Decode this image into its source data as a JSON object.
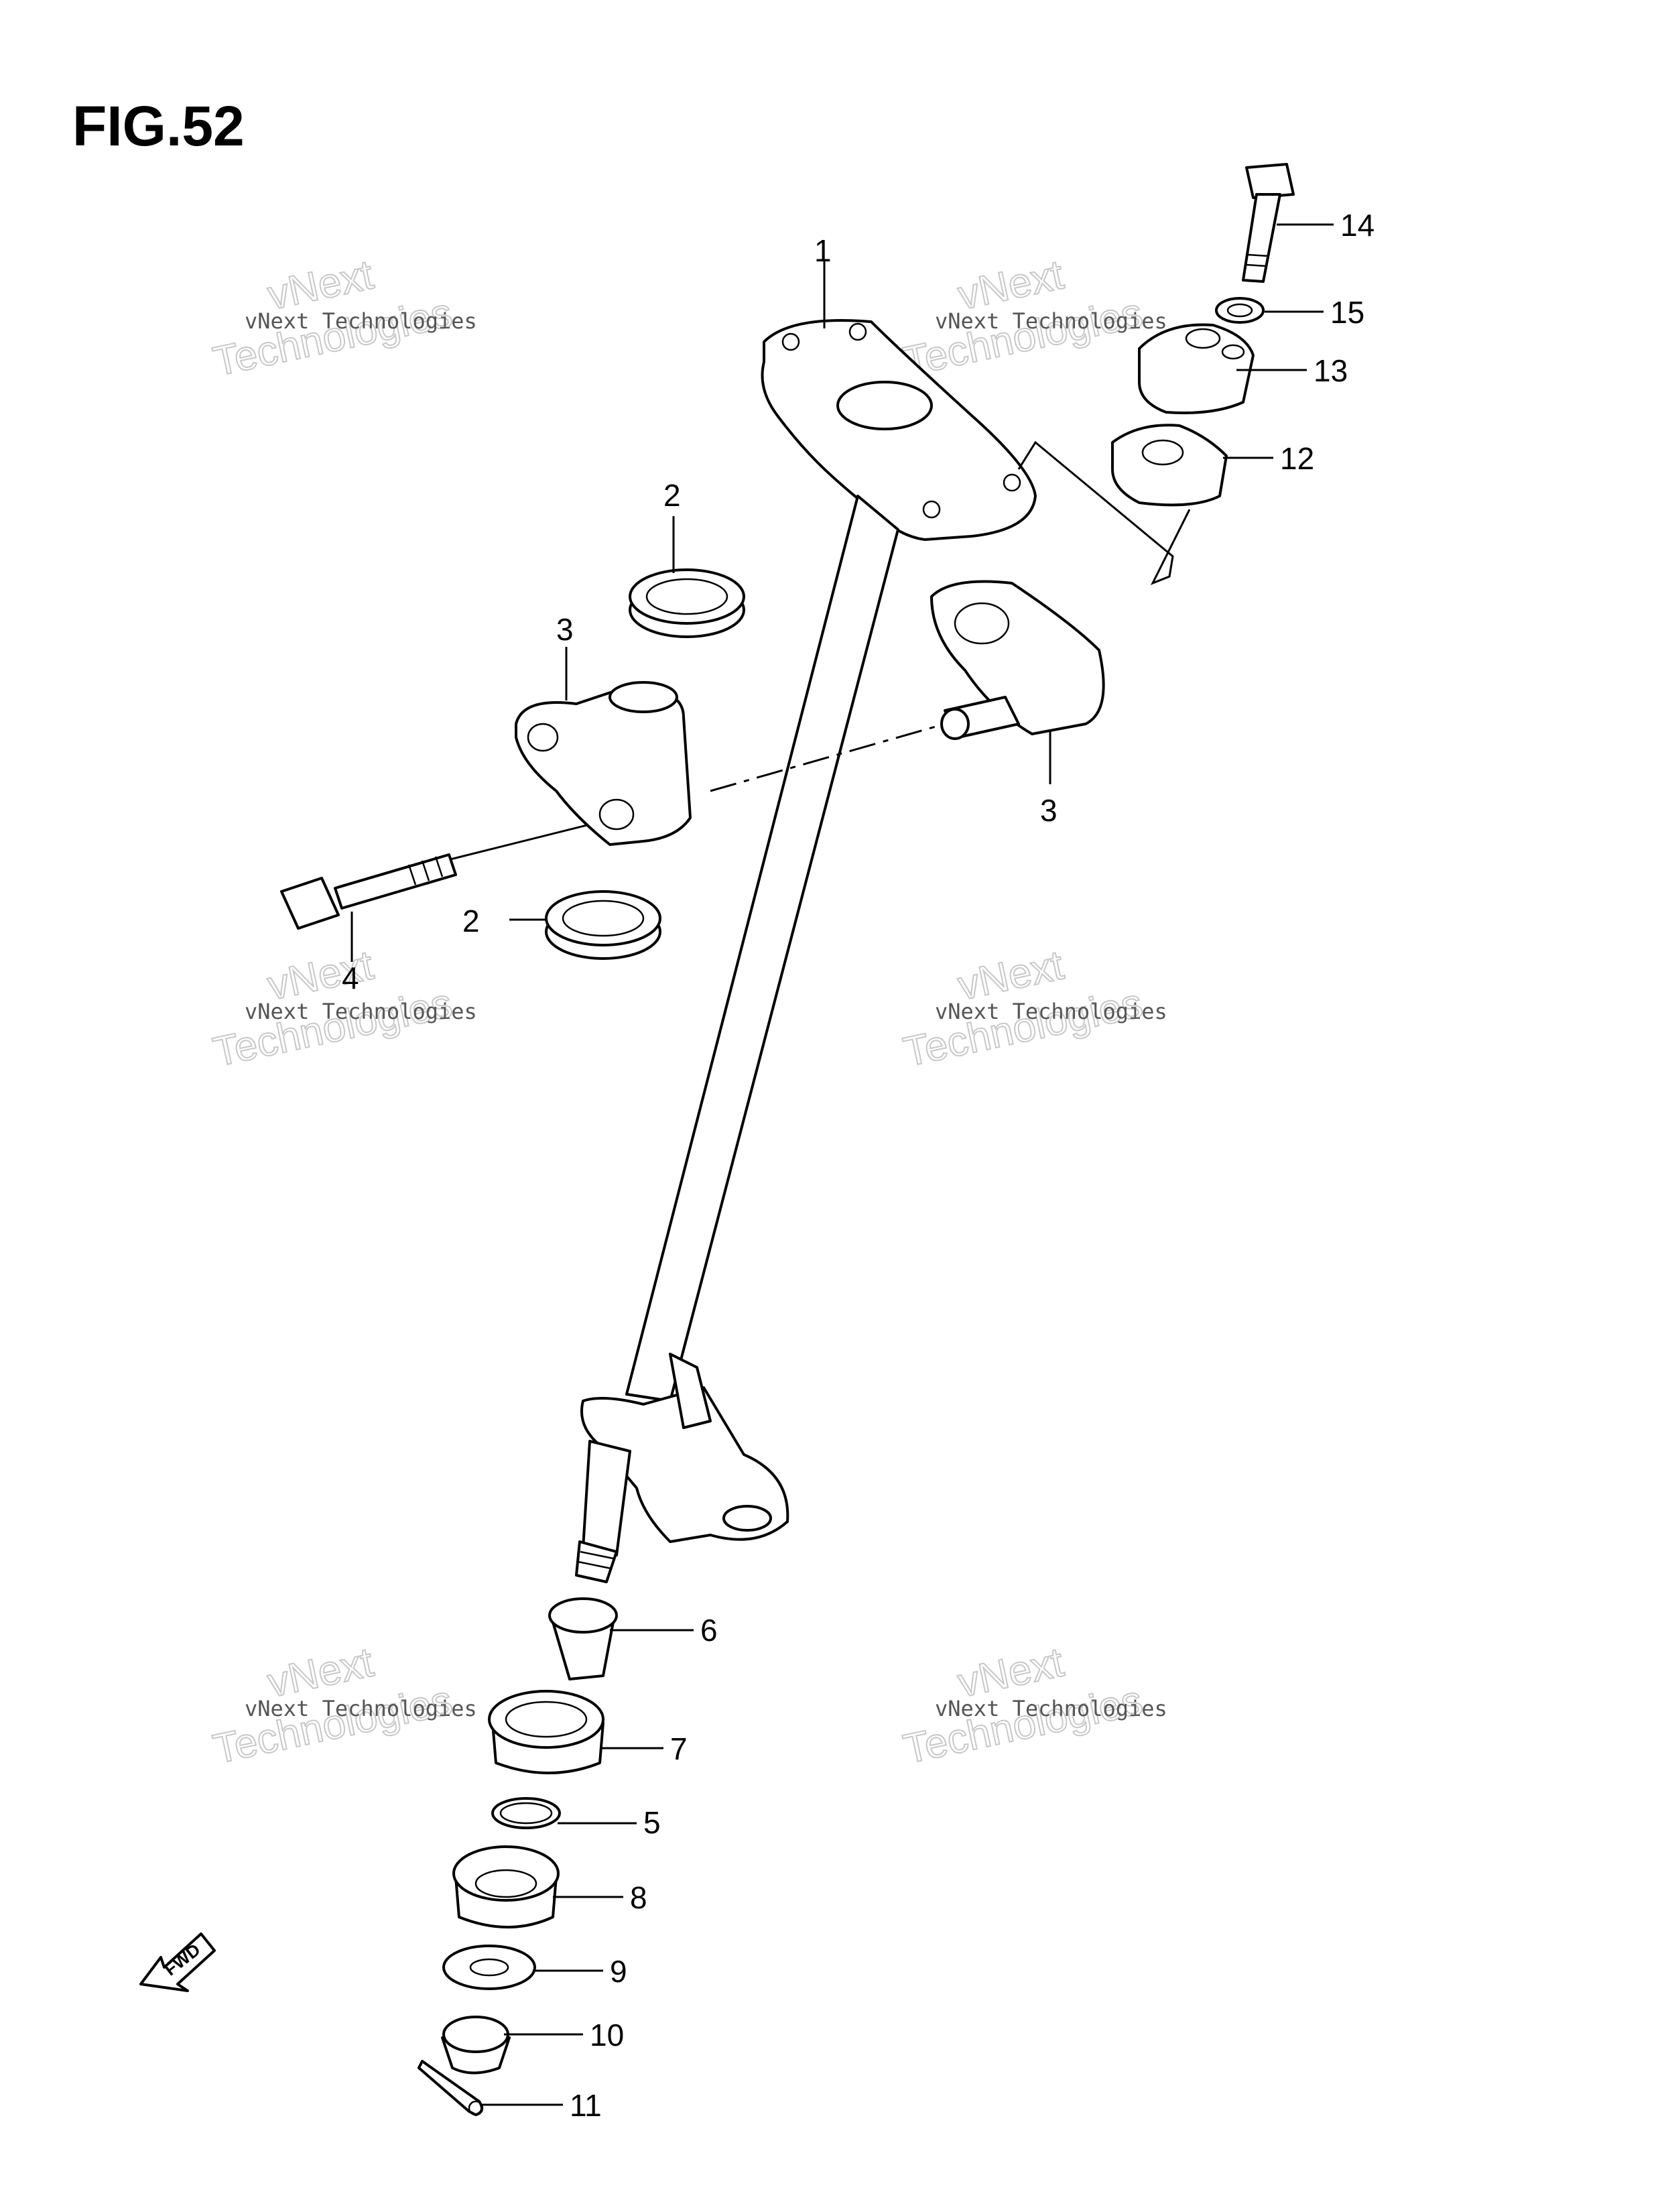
{
  "figure": {
    "title": "FIG.52"
  },
  "watermark": {
    "line1": "vNext Technologies",
    "line2": "vNext",
    "line3": "Technologies"
  },
  "fwd_label": "FWD",
  "callouts": [
    {
      "id": "c1",
      "label": "1"
    },
    {
      "id": "c2a",
      "label": "2"
    },
    {
      "id": "c2b",
      "label": "2"
    },
    {
      "id": "c3a",
      "label": "3"
    },
    {
      "id": "c3b",
      "label": "3"
    },
    {
      "id": "c4",
      "label": "4"
    },
    {
      "id": "c5",
      "label": "5"
    },
    {
      "id": "c6",
      "label": "6"
    },
    {
      "id": "c7",
      "label": "7"
    },
    {
      "id": "c8",
      "label": "8"
    },
    {
      "id": "c9",
      "label": "9"
    },
    {
      "id": "c10",
      "label": "10"
    },
    {
      "id": "c11",
      "label": "11"
    },
    {
      "id": "c12",
      "label": "12"
    },
    {
      "id": "c13",
      "label": "13"
    },
    {
      "id": "c14",
      "label": "14"
    },
    {
      "id": "c15",
      "label": "15"
    }
  ]
}
